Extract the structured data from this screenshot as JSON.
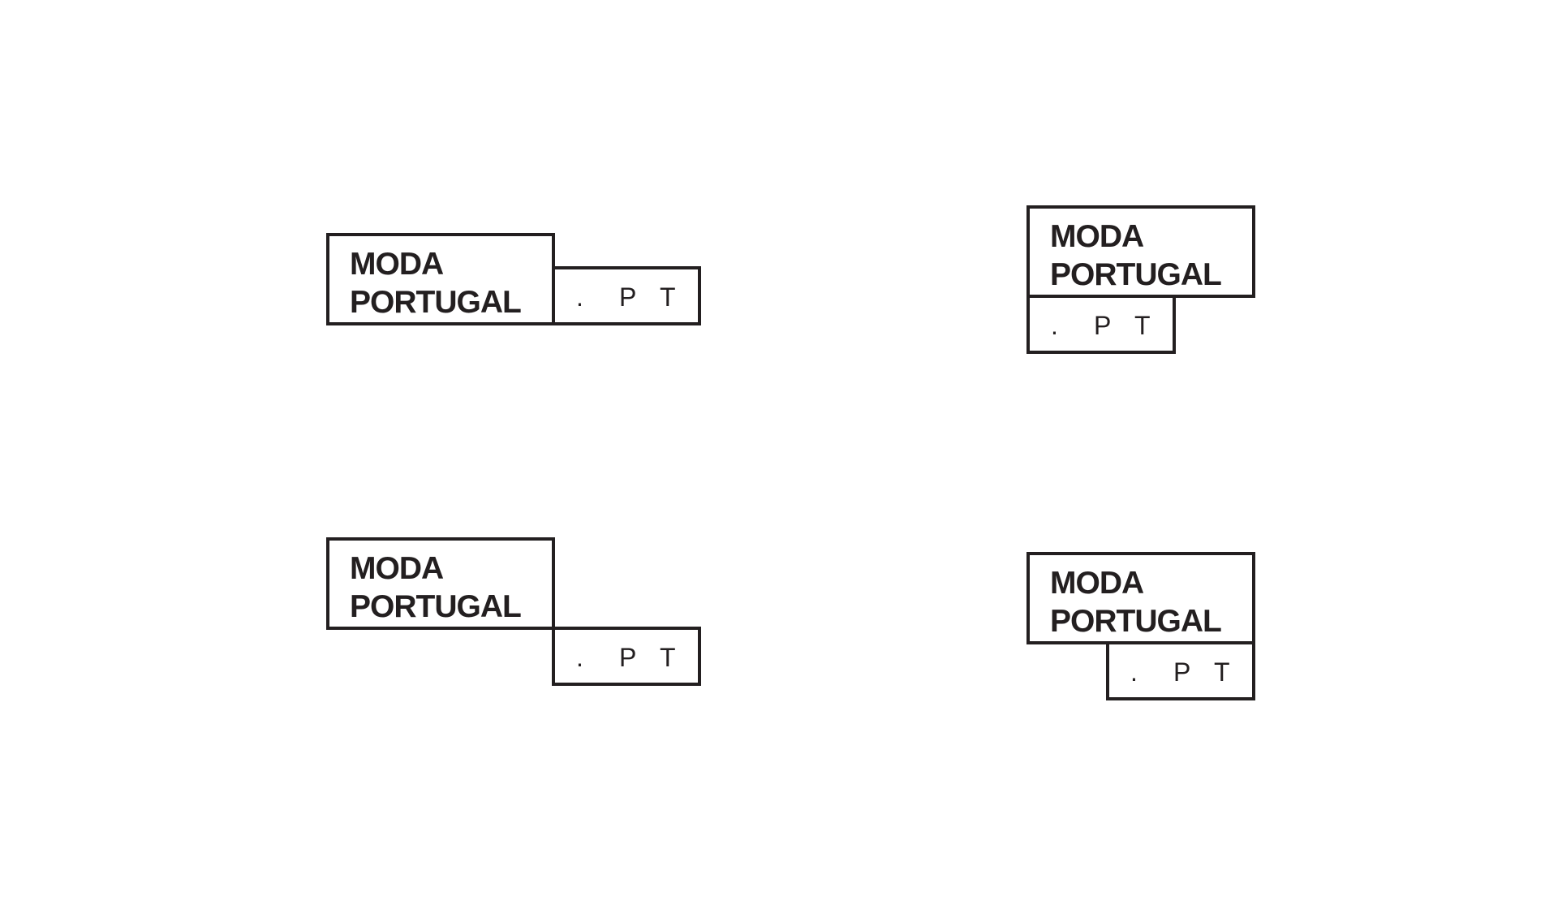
{
  "logos": [
    {
      "brand_line_1": "MODA",
      "brand_line_2": "PORTUGAL",
      "domain_chars": [
        ".",
        "P",
        "T"
      ]
    },
    {
      "brand_line_1": "MODA",
      "brand_line_2": "PORTUGAL",
      "domain_chars": [
        ".",
        "P",
        "T"
      ]
    },
    {
      "brand_line_1": "MODA",
      "brand_line_2": "PORTUGAL",
      "domain_chars": [
        ".",
        "P",
        "T"
      ]
    },
    {
      "brand_line_1": "MODA",
      "brand_line_2": "PORTUGAL",
      "domain_chars": [
        ".",
        "P",
        "T"
      ]
    }
  ],
  "colors": {
    "ink": "#231f20",
    "background": "#ffffff"
  }
}
